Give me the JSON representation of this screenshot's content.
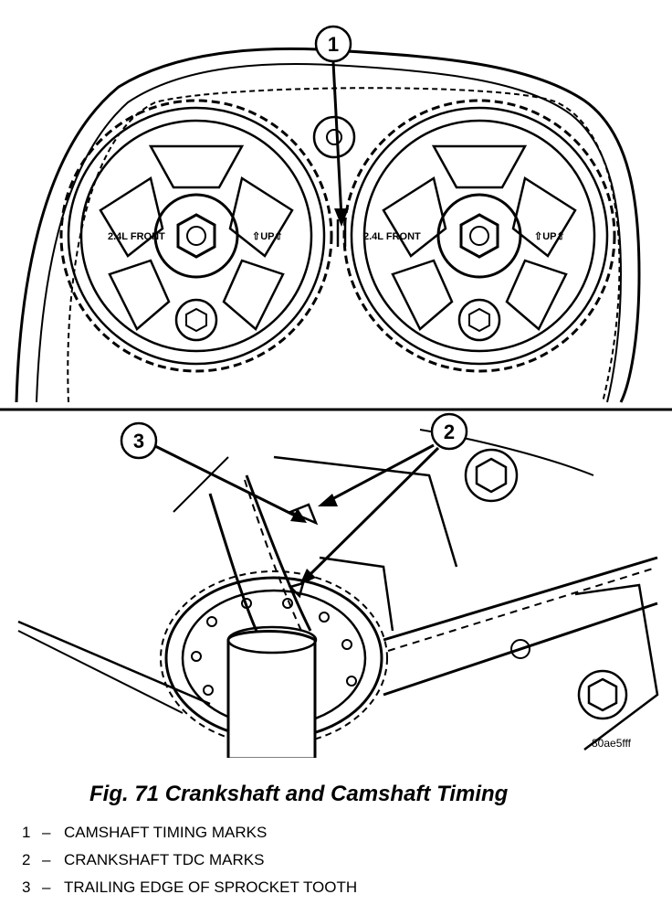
{
  "figure": {
    "caption": "Fig. 71 Crankshaft and Camshaft Timing",
    "image_code": "80ae5fff"
  },
  "callouts": [
    {
      "number": "1",
      "label": "CAMSHAFT TIMING MARKS"
    },
    {
      "number": "2",
      "label": "CRANKSHAFT TDC MARKS"
    },
    {
      "number": "3",
      "label": "TRAILING EDGE OF SPROCKET TOOTH"
    }
  ],
  "legend_separator": "–",
  "sprockets": [
    {
      "front_label": "2.4L FRONT",
      "up_label": "⇧UP⇧"
    },
    {
      "front_label": "2.4L FRONT",
      "up_label": "⇧UP⇧"
    }
  ]
}
